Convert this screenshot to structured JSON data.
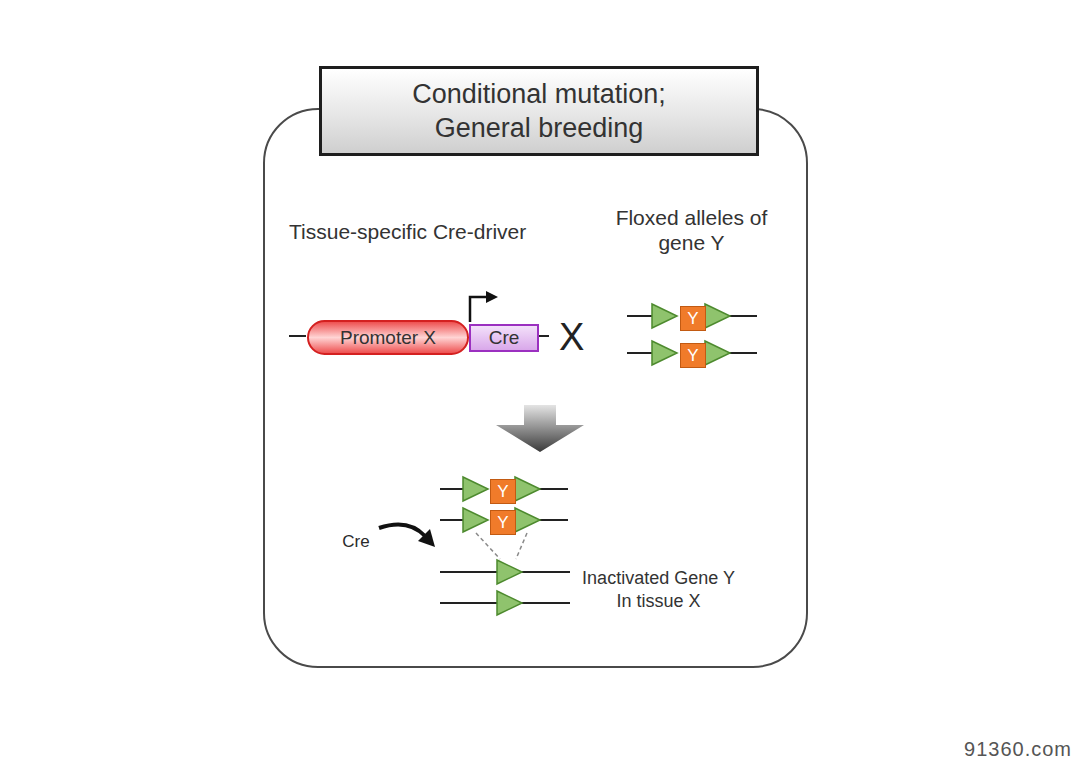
{
  "diagram": {
    "nodes": [
      {
        "text": [
          "Conditional mutation; General breeding"
        ]
      },
      {
        "text": [
          "Tissue-specific Cre-driver"
        ],
        "in": 0
      },
      {
        "text": [
          "Promoter X"
        ],
        "in": 1
      },
      {
        "text": [
          "Cre"
        ],
        "in": 1
      },
      {
        "text": [
          "Floxed alleles of gene Y"
        ],
        "in": 0
      },
      {
        "text": [
          "Y"
        ],
        "in": 4
      },
      {
        "text": [
          "Y"
        ],
        "in": 4
      },
      {
        "text": [
          "Inactivated Gene Y In tissue X"
        ],
        "in": 0
      },
      {
        "text": [
          "Cre"
        ],
        "in": 7
      },
      {
        "text": [
          "Y"
        ],
        "in": 7
      },
      {
        "text": [
          "Y"
        ],
        "in": 7
      }
    ],
    "labels": [
      "X",
      "91360.com"
    ]
  }
}
